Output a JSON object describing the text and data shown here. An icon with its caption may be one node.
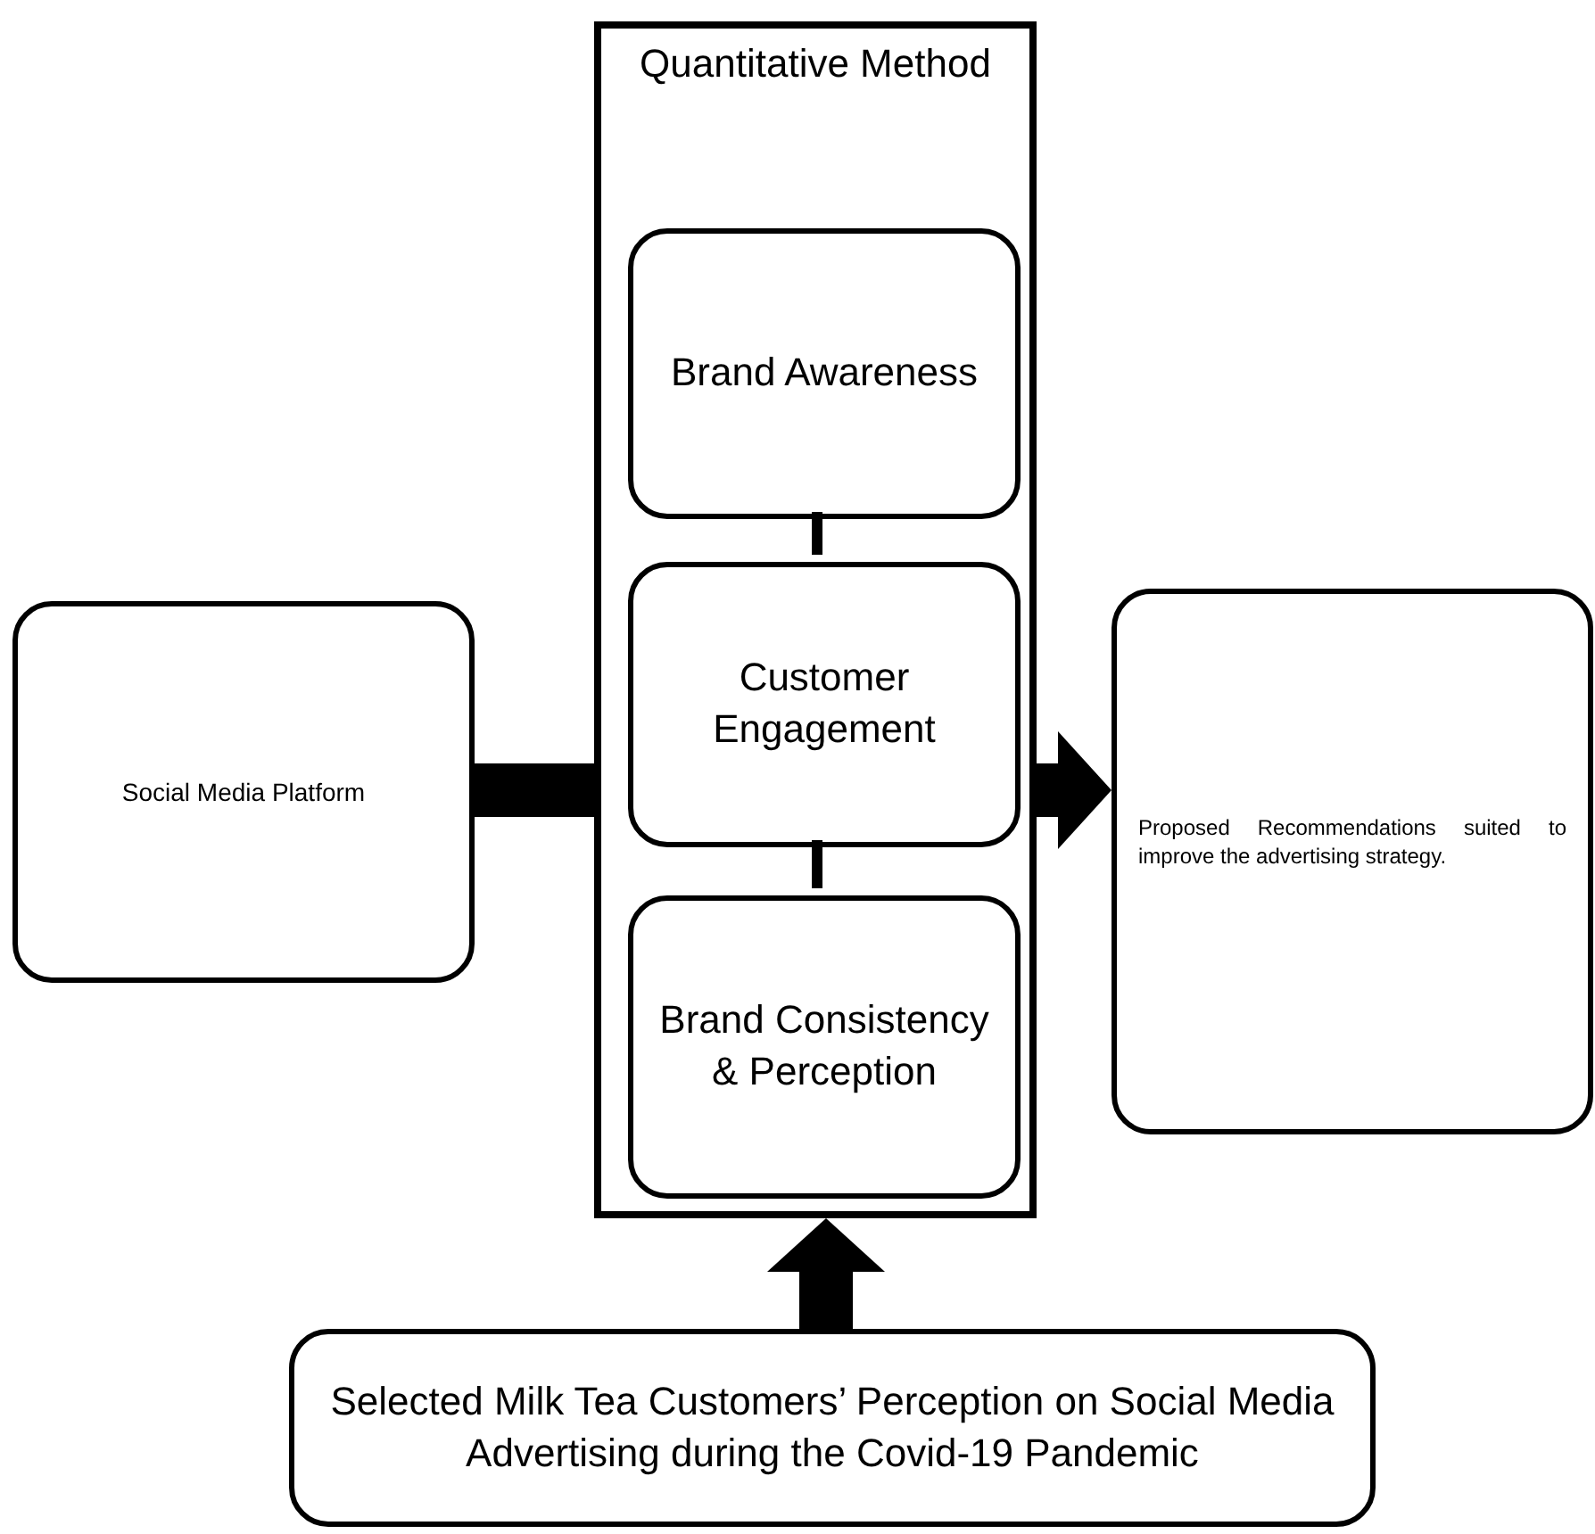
{
  "diagram": {
    "nodes": [
      {
        "text": [
          "Quantitative Method"
        ]
      },
      {
        "text": [
          "Brand Awareness"
        ],
        "in": 0
      },
      {
        "text": [
          "Customer Engagement"
        ],
        "in": 0
      },
      {
        "text": [
          "Brand Consistency & Perception"
        ],
        "in": 0
      },
      {
        "text": [
          "Social Media Platform"
        ]
      },
      {
        "text": [
          "Proposed Recommendations suited to improve the advertising strategy."
        ]
      },
      {
        "text": [
          "Selected Milk Tea Customers’ Perception on Social Media Advertising during the Covid-19 Pandemic"
        ]
      }
    ],
    "edges": [
      {
        "from": 4,
        "to": 0,
        "arrow": "none"
      },
      {
        "from": 0,
        "to": 5,
        "arrow": "to"
      },
      {
        "from": 6,
        "to": 0,
        "arrow": "to"
      },
      {
        "from": 1,
        "to": 2,
        "arrow": "none"
      },
      {
        "from": 2,
        "to": 3,
        "arrow": "none"
      }
    ]
  }
}
